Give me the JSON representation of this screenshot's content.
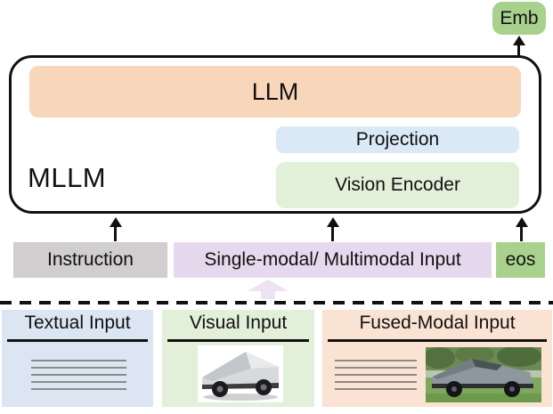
{
  "diagram": {
    "emb_label": "Emb",
    "mllm": {
      "label": "MLLM",
      "llm": "LLM",
      "projection": "Projection",
      "vision_encoder": "Vision Encoder"
    },
    "inputs": {
      "instruction": "Instruction",
      "modal": "Single-modal/ Multimodal Input",
      "eos": "eos"
    },
    "sources": {
      "textual": {
        "title": "Textual Input",
        "icon": "text-lines-icon"
      },
      "visual": {
        "title": "Visual Input",
        "icon": "cybertruck-studio-image"
      },
      "fused": {
        "title": "Fused-Modal Input",
        "icons": [
          "text-lines-icon",
          "cybertruck-outdoor-photo"
        ]
      }
    },
    "colors": {
      "emb_green": "#a9d18e",
      "llm_peach": "#f8d6ba",
      "projection_blue": "#dbe8f6",
      "vision_encoder_green": "#e2efd9",
      "instruction_gray": "#d0cece",
      "modal_purple": "#e7d9ed",
      "eos_green": "#a9d18e",
      "textual_card_blue": "#dbe6f2",
      "visual_card_green": "#e2efd9",
      "fused_card_orange": "#fae3d3",
      "flow_arrow_faint_purple": "#ede3f2",
      "outline_black": "#111111",
      "text_line_gray": "#8a8a8a"
    }
  }
}
